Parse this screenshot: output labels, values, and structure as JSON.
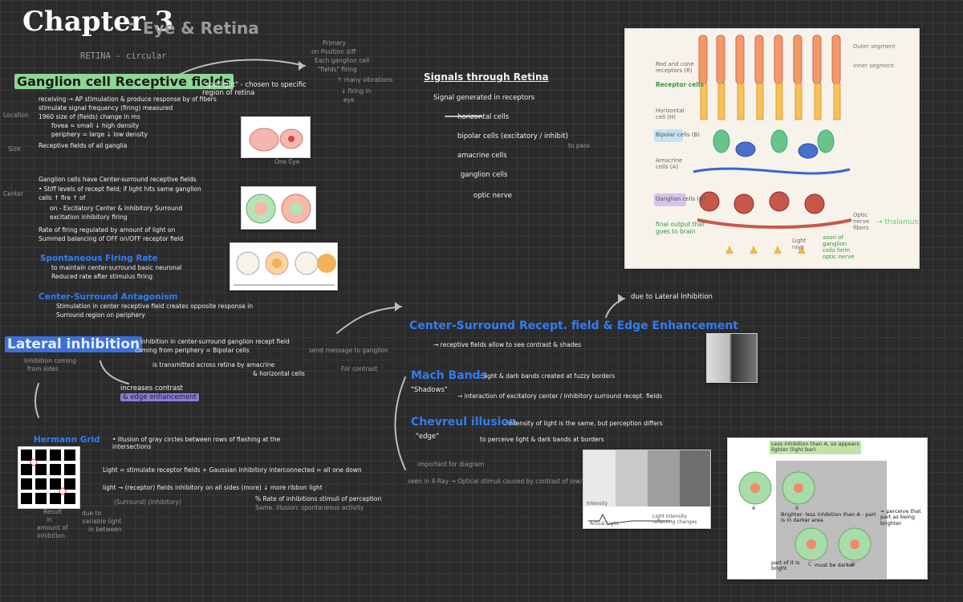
{
  "header": {
    "title": "Chapter 3",
    "dash": "-",
    "subtitle": "Eye & Retina"
  },
  "retina_label": "RETINA - circular",
  "ganglion": {
    "heading": "Ganglion cell Receptive fields",
    "spotlight": "\"spotlight\" - chosen to specific region of retina",
    "lines": [
      "receiving → AP stimulation & produce response by of fibers",
      "stimulate signal frequency (firing) measured",
      "1960 size of (fields) change in ms",
      "fovea = small ↓ high density",
      "periphery = large ↓ low density",
      "Receptive fields of all ganglia"
    ],
    "side_labels": [
      "Location",
      "Size",
      "Center"
    ],
    "note": "One Eye"
  },
  "center_surround": {
    "lines": [
      "Ganglion cells have Center-surround receptive fields",
      "• Stiff levels of recept field; if light hits same ganglion",
      "  cells ↑ fire ↑ of",
      "on - Excitatory Center & Inhibitory Surround",
      "         excitation        inhibitory firing",
      "Rate of firing regulated by amount of light on",
      "Summed balancing of OFF on/OFF receptor field"
    ],
    "spont_title": "Spontaneous Firing Rate",
    "spont_lines": [
      "to maintain center-surround basic neuronal",
      "Reduced rate after stimulus firing"
    ]
  },
  "antagonism": {
    "heading": "Center-Surround Antagonism",
    "lines": [
      "Stimulation in center receptive field creates opposite response in",
      "Surround region on periphery"
    ]
  },
  "top_right_note": {
    "lines": [
      "Primary",
      "on Position diff",
      "Each ganglion cell",
      "\"fields\" firing",
      "↑ many vibrations",
      "↓ firing in",
      "eye"
    ]
  },
  "lateral": {
    "heading": "Lateral inhibition",
    "lines": [
      "• inhibition in center-surround ganglion recept field",
      "  coming from periphery = Bipolar cells",
      "  is transmitted across retina by amacrine",
      "  & horizontal cells"
    ],
    "sub": "Inhibition coming",
    "sub2": "from sides",
    "result1": "increases contrast",
    "result2": "& edge enhancement",
    "side_note": "send message to ganglion",
    "bracket_note": "For contrast"
  },
  "hermann": {
    "heading": "Hermann Grid",
    "heading_tail": "• illusion of gray circles between rows of flashing at the intersections",
    "lines": [
      "Light = stimulate receptor fields + Gaussian inhibitory interconnected = all one down",
      "light → (receptor) fields inhibitory on all sides (more) ↓ more ribbon light",
      "(Surround)            (inhibitory)",
      "% Rate of inhibitions stimuli of perception",
      "Same, illusion: spontaneous activity"
    ],
    "caption": [
      "Result",
      "in",
      "amount of",
      "inhibition"
    ],
    "caption2": [
      "due to",
      "variable light",
      "in between"
    ]
  },
  "signal": {
    "heading": "Signals through Retina",
    "steps": [
      "Signal generated in receptors",
      "horizontal cells",
      "bipolar cells (excitatory / inhibit)",
      "amacrine cells",
      "ganglion cells",
      "optic nerve"
    ],
    "side": "to pass"
  },
  "center_edge": {
    "heading": "Center-Surround Recept. field & Edge Enhancement",
    "due_to": "due to Lateral Inhibition",
    "line": "→ receptive fields allow to see contrast & shades"
  },
  "mach": {
    "heading": "Mach Bands",
    "text": ": light & dark bands created at fuzzy borders",
    "sub": "\"Shadows\"",
    "sub_tail": "→ interaction of excitatory center / inhibitory surround recept. fields"
  },
  "chevreul": {
    "heading": "Chevreul illusion",
    "text": ": intensity of light is the same, but perception differs",
    "sub": "\"edge\"",
    "sub_tail": "to perceive light & dark bands at borders"
  },
  "retina_ix": {
    "note": "important for diagram",
    "line": "seen in X-Ray → Optical stimuli caused by contrast of low/high interconnected"
  },
  "fig_retina": {
    "labels": [
      "Outer segment",
      "Inner segment",
      "Rod and cone receptors (R)",
      "Horizontal cell (H)",
      "Bipolar cells (B)",
      "Amacrine cells (A)",
      "Ganglion cells (G)",
      "Optic nerve fibers",
      "Light rays"
    ],
    "green_notes": [
      "Receptor cells",
      "final output that goes to brain",
      "axon of ganglion cells form optic nerve",
      "→ thalamus"
    ]
  },
  "fig_mach": {
    "labels": [
      "Light intensity reflecting changes",
      "Intensity",
      "Actual Light"
    ]
  },
  "fig_lateral": {
    "top": "Less inhibition than A, so appears lighter (light bar)",
    "brighter": "Brighter: less inhibition than A - part is in darker area",
    "perceive": "= perceive that part as being brighter",
    "letters": [
      "A",
      "B",
      "C",
      "D"
    ],
    "bottom_left": "part of it is bright",
    "bottom_mid": "must be darker"
  },
  "colors": {
    "bg": "#2b2b2b",
    "blue": "#2e7df7",
    "green": "#8fd694",
    "purple": "#8b7bd8"
  }
}
